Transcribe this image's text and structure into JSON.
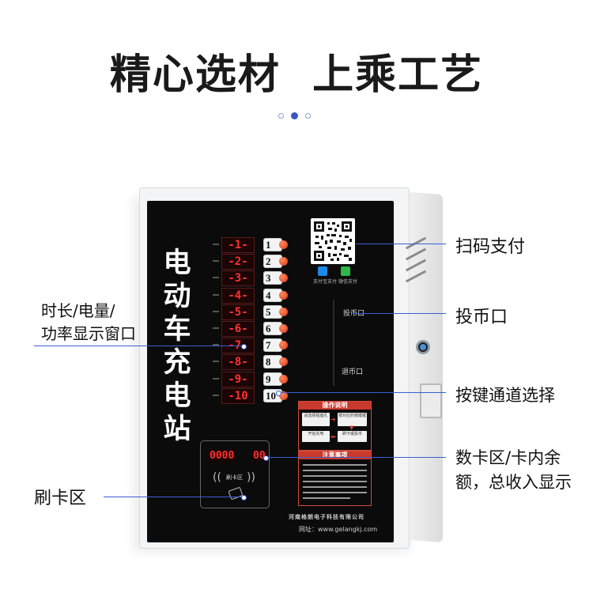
{
  "headline": "精心选材  上乘工艺",
  "carousel": {
    "count": 3,
    "active_index": 1
  },
  "device": {
    "vertical_title": [
      "电",
      "动",
      "车",
      "充",
      "电",
      "站"
    ],
    "channel_displays": [
      "-1-",
      "-2-",
      "-3-",
      "-4-",
      "-5-",
      "-6-",
      "-7-",
      "-8-",
      "-9-",
      "-10"
    ],
    "channel_buttons": [
      "1",
      "2",
      "3",
      "4",
      "5",
      "6",
      "7",
      "8",
      "9",
      "10"
    ],
    "payment_labels": [
      "支付宝支付",
      "微信支付"
    ],
    "coin_in": "投币口",
    "coin_out": "退币口",
    "operation_title": "操作说明",
    "operation_steps": [
      "请选择插座孔",
      "按对应的按键键",
      "开始充电",
      "刷卡或投币"
    ],
    "notice_title": "注意事项",
    "card_display_left": "0000",
    "card_display_right": "00",
    "card_symbol_text": "刷卡区",
    "company": "河南格朗电子科技有限公司",
    "website": "网址：www.gelangkj.com"
  },
  "callouts": {
    "scan_pay": "扫码支付",
    "display_window_line1": "时长/电量/",
    "display_window_line2": "功率显示窗口",
    "coin_slot": "投币口",
    "button_select": "按键通道选择",
    "card_display_line1": "数卡区/卡内余",
    "card_display_line2": "额，总收入显示",
    "card_swipe": "刷卡区"
  },
  "colors": {
    "accent_line": "#3b5fd1",
    "panel": "#0b0b0b",
    "segment": "#ff3131"
  }
}
